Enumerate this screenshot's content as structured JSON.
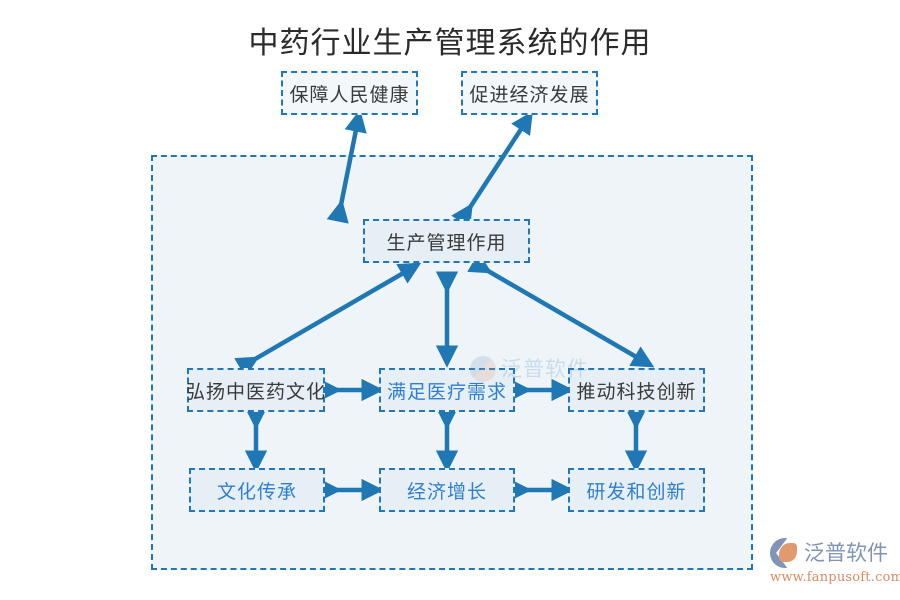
{
  "title": "中药行业生产管理系统的作用",
  "colors": {
    "accent": "#1f77b4",
    "node_border": "#2277bb",
    "node_fill": "#e7eff6",
    "container_fill": "#eef4f8",
    "text_dark": "#3a3a3a",
    "text_blue": "#2f7fd0",
    "logo_blue": "#8094b8",
    "logo_orange": "#d98a62"
  },
  "nodes": {
    "top_left": {
      "label": "保障人民健康",
      "style": "dark"
    },
    "top_right": {
      "label": "促进经济发展",
      "style": "dark"
    },
    "center": {
      "label": "生产管理作用",
      "style": "dark"
    },
    "mid_left": {
      "label": "弘扬中医药文化",
      "style": "dark"
    },
    "mid_center": {
      "label": "满足医疗需求",
      "style": "blue"
    },
    "mid_right": {
      "label": "推动科技创新",
      "style": "dark"
    },
    "bottom_left": {
      "label": "文化传承",
      "style": "blue"
    },
    "bottom_center": {
      "label": "经济增长",
      "style": "blue"
    },
    "bottom_right": {
      "label": "研发和创新",
      "style": "blue"
    }
  },
  "connectors": [
    {
      "name": "center-to-top-left",
      "from": "center",
      "to": "top_left",
      "direction": "both"
    },
    {
      "name": "center-to-top-right",
      "from": "center",
      "to": "top_right",
      "direction": "both"
    },
    {
      "name": "center-to-mid-left",
      "from": "center",
      "to": "mid_left",
      "direction": "both"
    },
    {
      "name": "center-to-mid-center",
      "from": "center",
      "to": "mid_center",
      "direction": "both"
    },
    {
      "name": "center-to-mid-right",
      "from": "center",
      "to": "mid_right",
      "direction": "both"
    },
    {
      "name": "mid-left-to-mid-center",
      "from": "mid_left",
      "to": "mid_center",
      "direction": "both"
    },
    {
      "name": "mid-center-to-mid-right",
      "from": "mid_center",
      "to": "mid_right",
      "direction": "both"
    },
    {
      "name": "mid-left-to-bottom-left",
      "from": "mid_left",
      "to": "bottom_left",
      "direction": "both"
    },
    {
      "name": "mid-center-to-bottom-center",
      "from": "mid_center",
      "to": "bottom_center",
      "direction": "both"
    },
    {
      "name": "mid-right-to-bottom-right",
      "from": "mid_right",
      "to": "bottom_right",
      "direction": "both"
    },
    {
      "name": "bottom-left-to-bottom-center",
      "from": "bottom_left",
      "to": "bottom_center",
      "direction": "both"
    },
    {
      "name": "bottom-center-to-bottom-right",
      "from": "bottom_center",
      "to": "bottom_right",
      "direction": "both"
    }
  ],
  "watermark": {
    "brand": "泛普软件"
  },
  "logo": {
    "brand": "泛普软件",
    "url": "www.fanpusoft.com"
  }
}
